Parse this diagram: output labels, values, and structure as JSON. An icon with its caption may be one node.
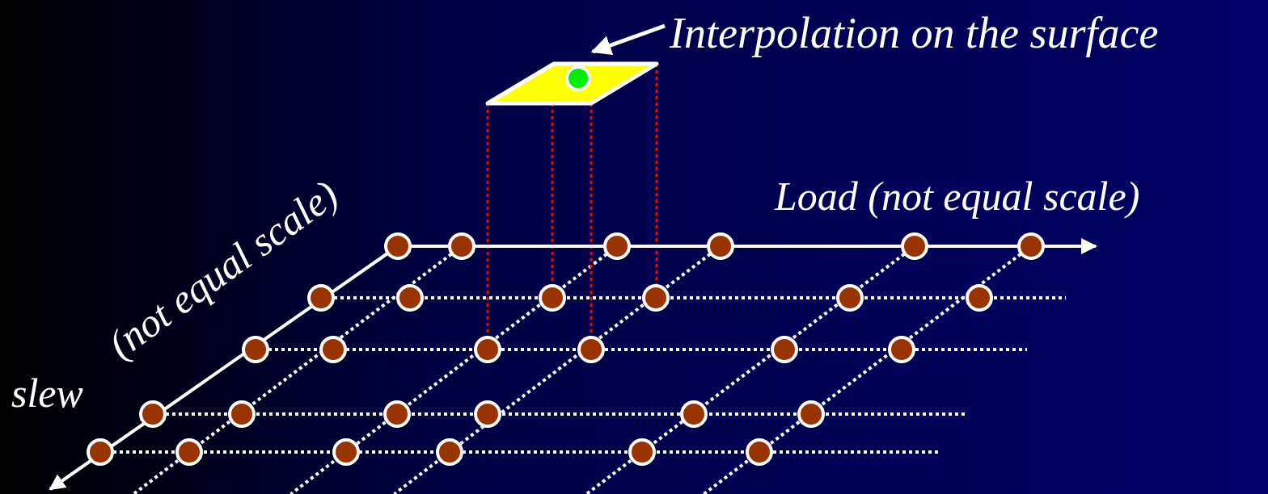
{
  "diagram": {
    "nodes": [
      {
        "text": [
          "Interpolation on the surface"
        ]
      },
      {
        "text": [],
        "shape": "parallelogram"
      }
    ],
    "edges": [
      {
        "from": 0,
        "to": 1,
        "arrow": "to"
      }
    ],
    "labels": [
      "(not equal scale)",
      "Load (not equal scale)",
      "slew"
    ]
  }
}
